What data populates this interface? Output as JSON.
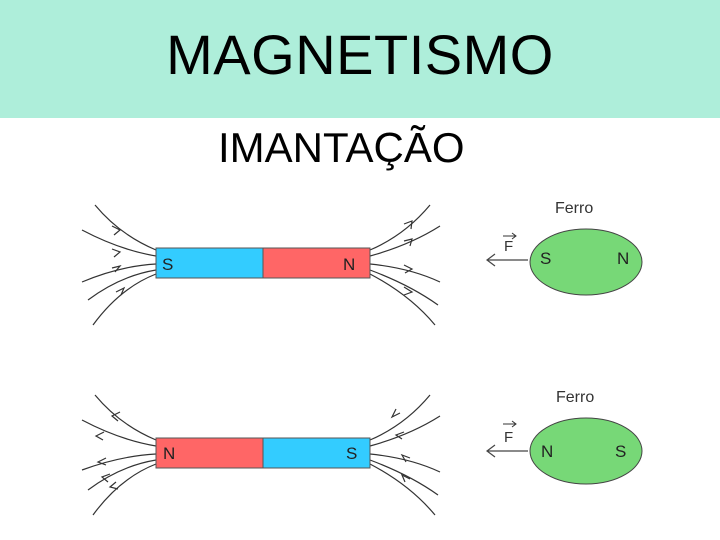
{
  "header": {
    "title": "MAGNETISMO",
    "band_color": "#aeeeda"
  },
  "subtitle": "IMANTAÇÃO",
  "colors": {
    "south_pole": "#33ccff",
    "north_pole": "#ff6666",
    "iron": "#77d877",
    "lines": "#333333"
  },
  "top_scene": {
    "magnet_left_label": "S",
    "magnet_right_label": "N",
    "iron_label": "Ferro",
    "force_label": "F",
    "iron_left_pole": "S",
    "iron_right_pole": "N"
  },
  "bottom_scene": {
    "magnet_left_label": "N",
    "magnet_right_label": "S",
    "iron_label": "Ferro",
    "force_label": "F",
    "iron_left_pole": "N",
    "iron_right_pole": "S"
  }
}
